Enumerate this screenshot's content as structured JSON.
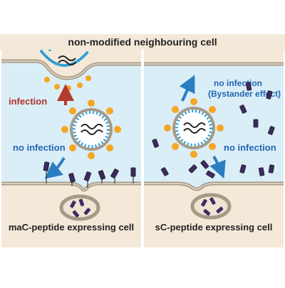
{
  "labels": {
    "top_cell": "non-modified neighbouring cell",
    "infection": "infection",
    "no_infection_left": "no infection",
    "no_infection_right_line1": "no infection",
    "no_infection_right_line2": "(Bystander effect)",
    "no_infection_right_lower": "no infection",
    "bottom_left": "maC-peptide expressing cell",
    "bottom_right": "sC-peptide expressing cell"
  },
  "colors": {
    "cytoplasm": "#f4e9d8",
    "extracellular": "#daeef8",
    "membrane_outer": "#a69a87",
    "membrane_inner": "#d8cdb9",
    "spike": "#f5a623",
    "capsid_dot": "#2e9fd6",
    "peptide": "#3b2a63",
    "infection_arrow": "#b23a2e",
    "no_infection_arrow": "#2b7dc1",
    "infection_text": "#b0302a",
    "no_infection_text": "#2266b0",
    "label_text": "#222222"
  },
  "icons": {
    "virus": "virus-icon",
    "peptide": "peptide-icon",
    "vesicle": "vesicle-icon"
  }
}
